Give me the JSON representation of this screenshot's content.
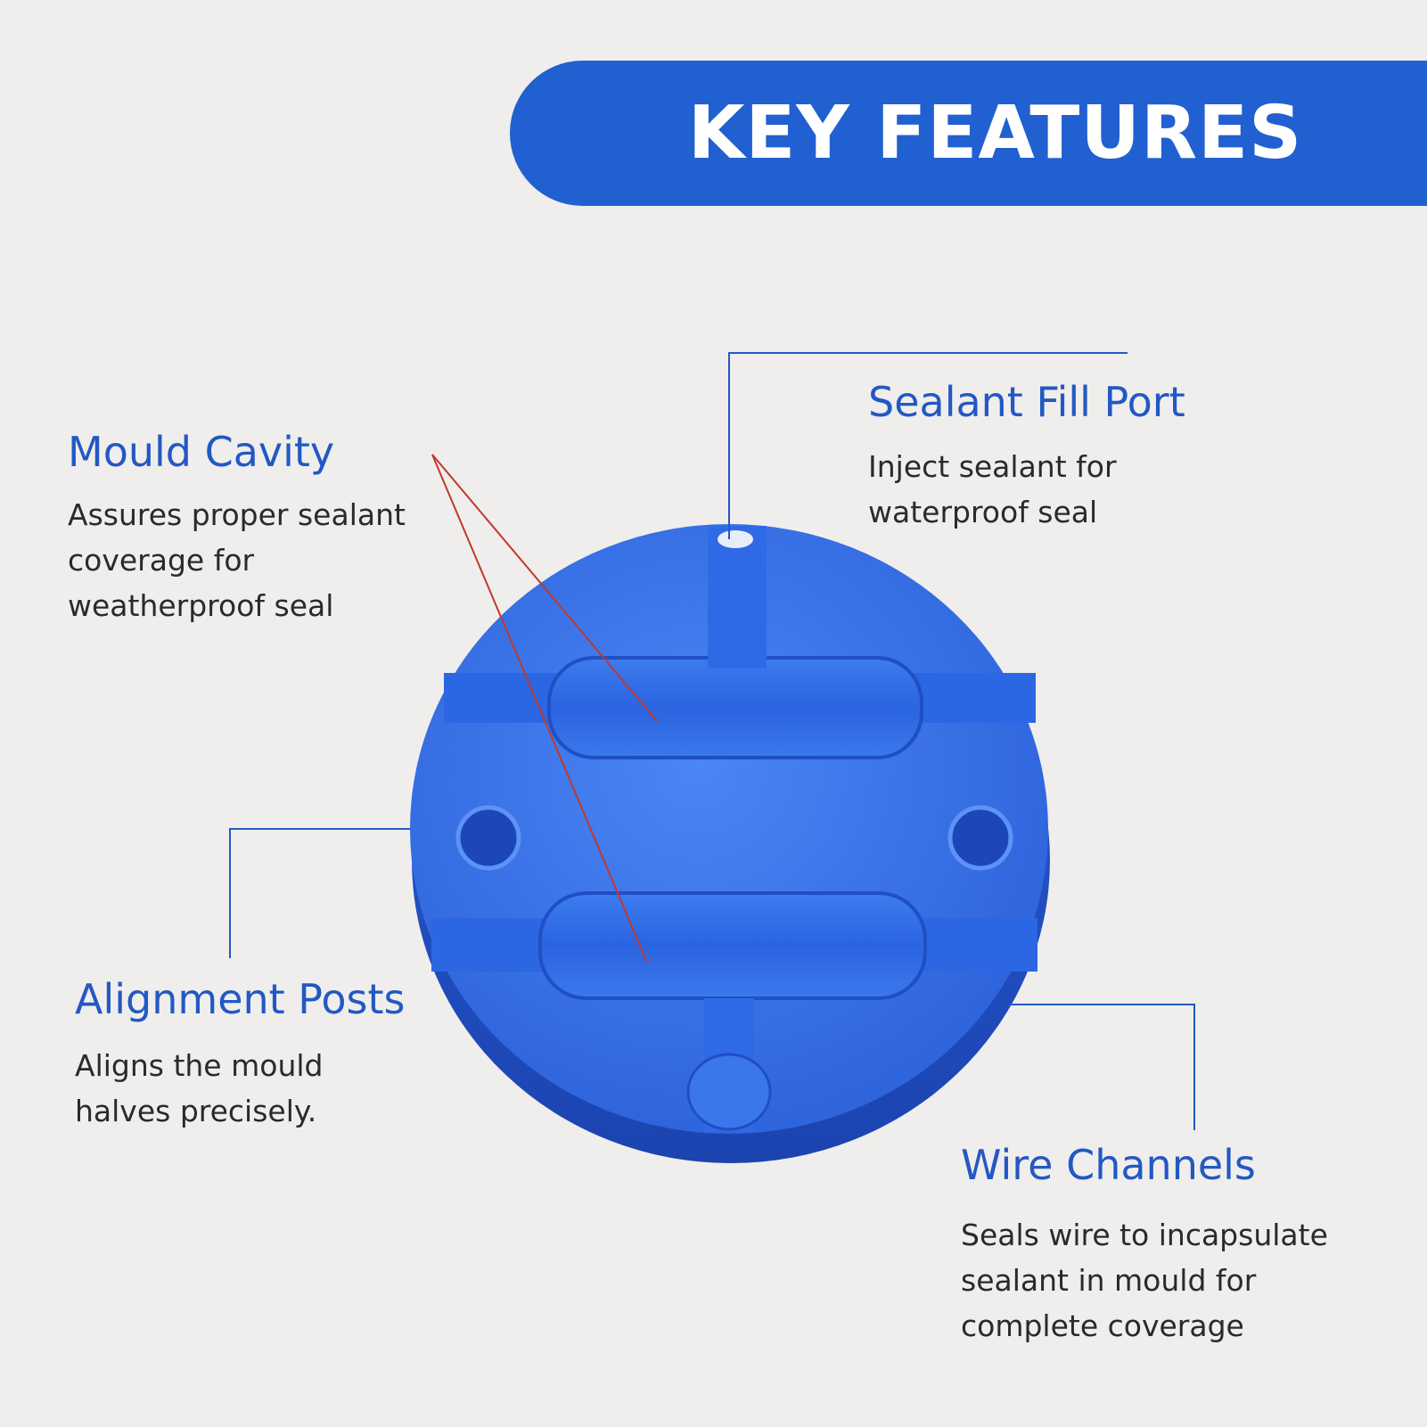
{
  "banner": {
    "title": "KEY FEATURES"
  },
  "features": {
    "mould_cavity": {
      "title": "Mould Cavity",
      "desc": [
        "Assures proper sealant",
        "coverage for",
        "weatherproof seal"
      ]
    },
    "sealant_fill_port": {
      "title": "Sealant Fill Port",
      "desc": [
        "Inject sealant for",
        "waterproof seal"
      ]
    },
    "alignment_posts": {
      "title": "Alignment Posts",
      "desc": [
        "Aligns the mould",
        "halves precisely."
      ]
    },
    "wire_channels": {
      "title": "Wire Channels",
      "desc": [
        "Seals wire to incapsulate",
        "sealant in mould for",
        "complete coverage"
      ]
    }
  },
  "colors": {
    "background": "#efeeec",
    "accent": "#2160d0",
    "heading": "#2358c4",
    "body_text": "#2a2a2a",
    "mould_blue": "#2f6ae8",
    "pointer_red": "#c0392b"
  },
  "image": {
    "subject": "blue-aluminum-mould-half"
  }
}
